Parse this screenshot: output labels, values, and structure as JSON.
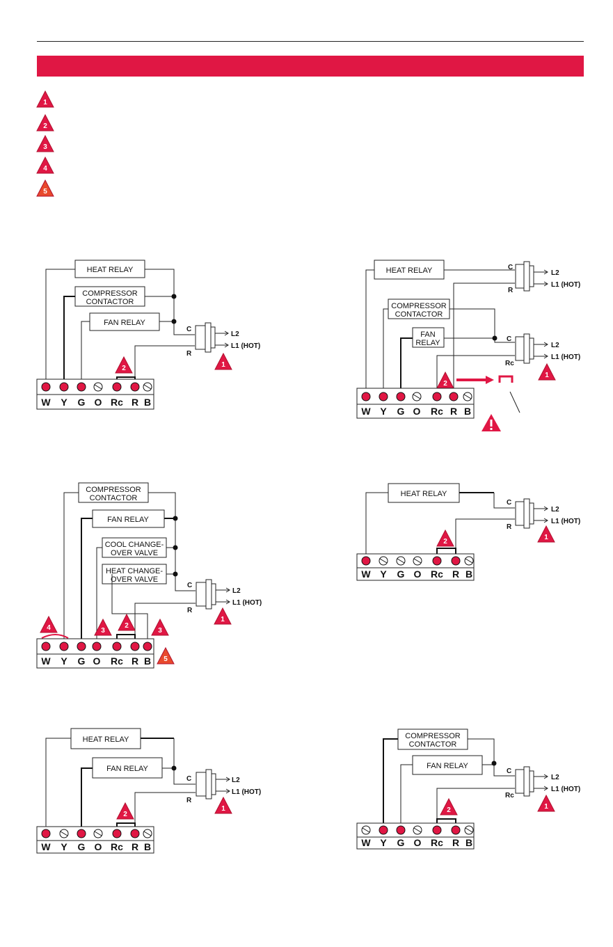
{
  "legend": [
    {
      "num": "1"
    },
    {
      "num": "2"
    },
    {
      "num": "3"
    },
    {
      "num": "4"
    },
    {
      "num": "5"
    }
  ],
  "labels": {
    "heat_relay": "HEAT RELAY",
    "compressor_1": "COMPRESSOR",
    "compressor_2": "CONTACTOR",
    "fan_relay": "FAN RELAY",
    "fan_relay_a": "FAN",
    "fan_relay_b": "RELAY",
    "cool_change_1": "COOL CHANGE-",
    "cool_change_2": "OVER VALVE",
    "heat_change_1": "HEAT CHANGE-",
    "heat_change_2": "OVER VALVE",
    "c": "C",
    "r": "R",
    "rc": "Rc",
    "l2": "L2",
    "l1": "L1 (HOT)"
  },
  "terminals": [
    "W",
    "Y",
    "G",
    "O",
    "Rc",
    "R",
    "B"
  ],
  "colors": {
    "accent": "#e01744",
    "badge_orange": "#e8492c"
  }
}
